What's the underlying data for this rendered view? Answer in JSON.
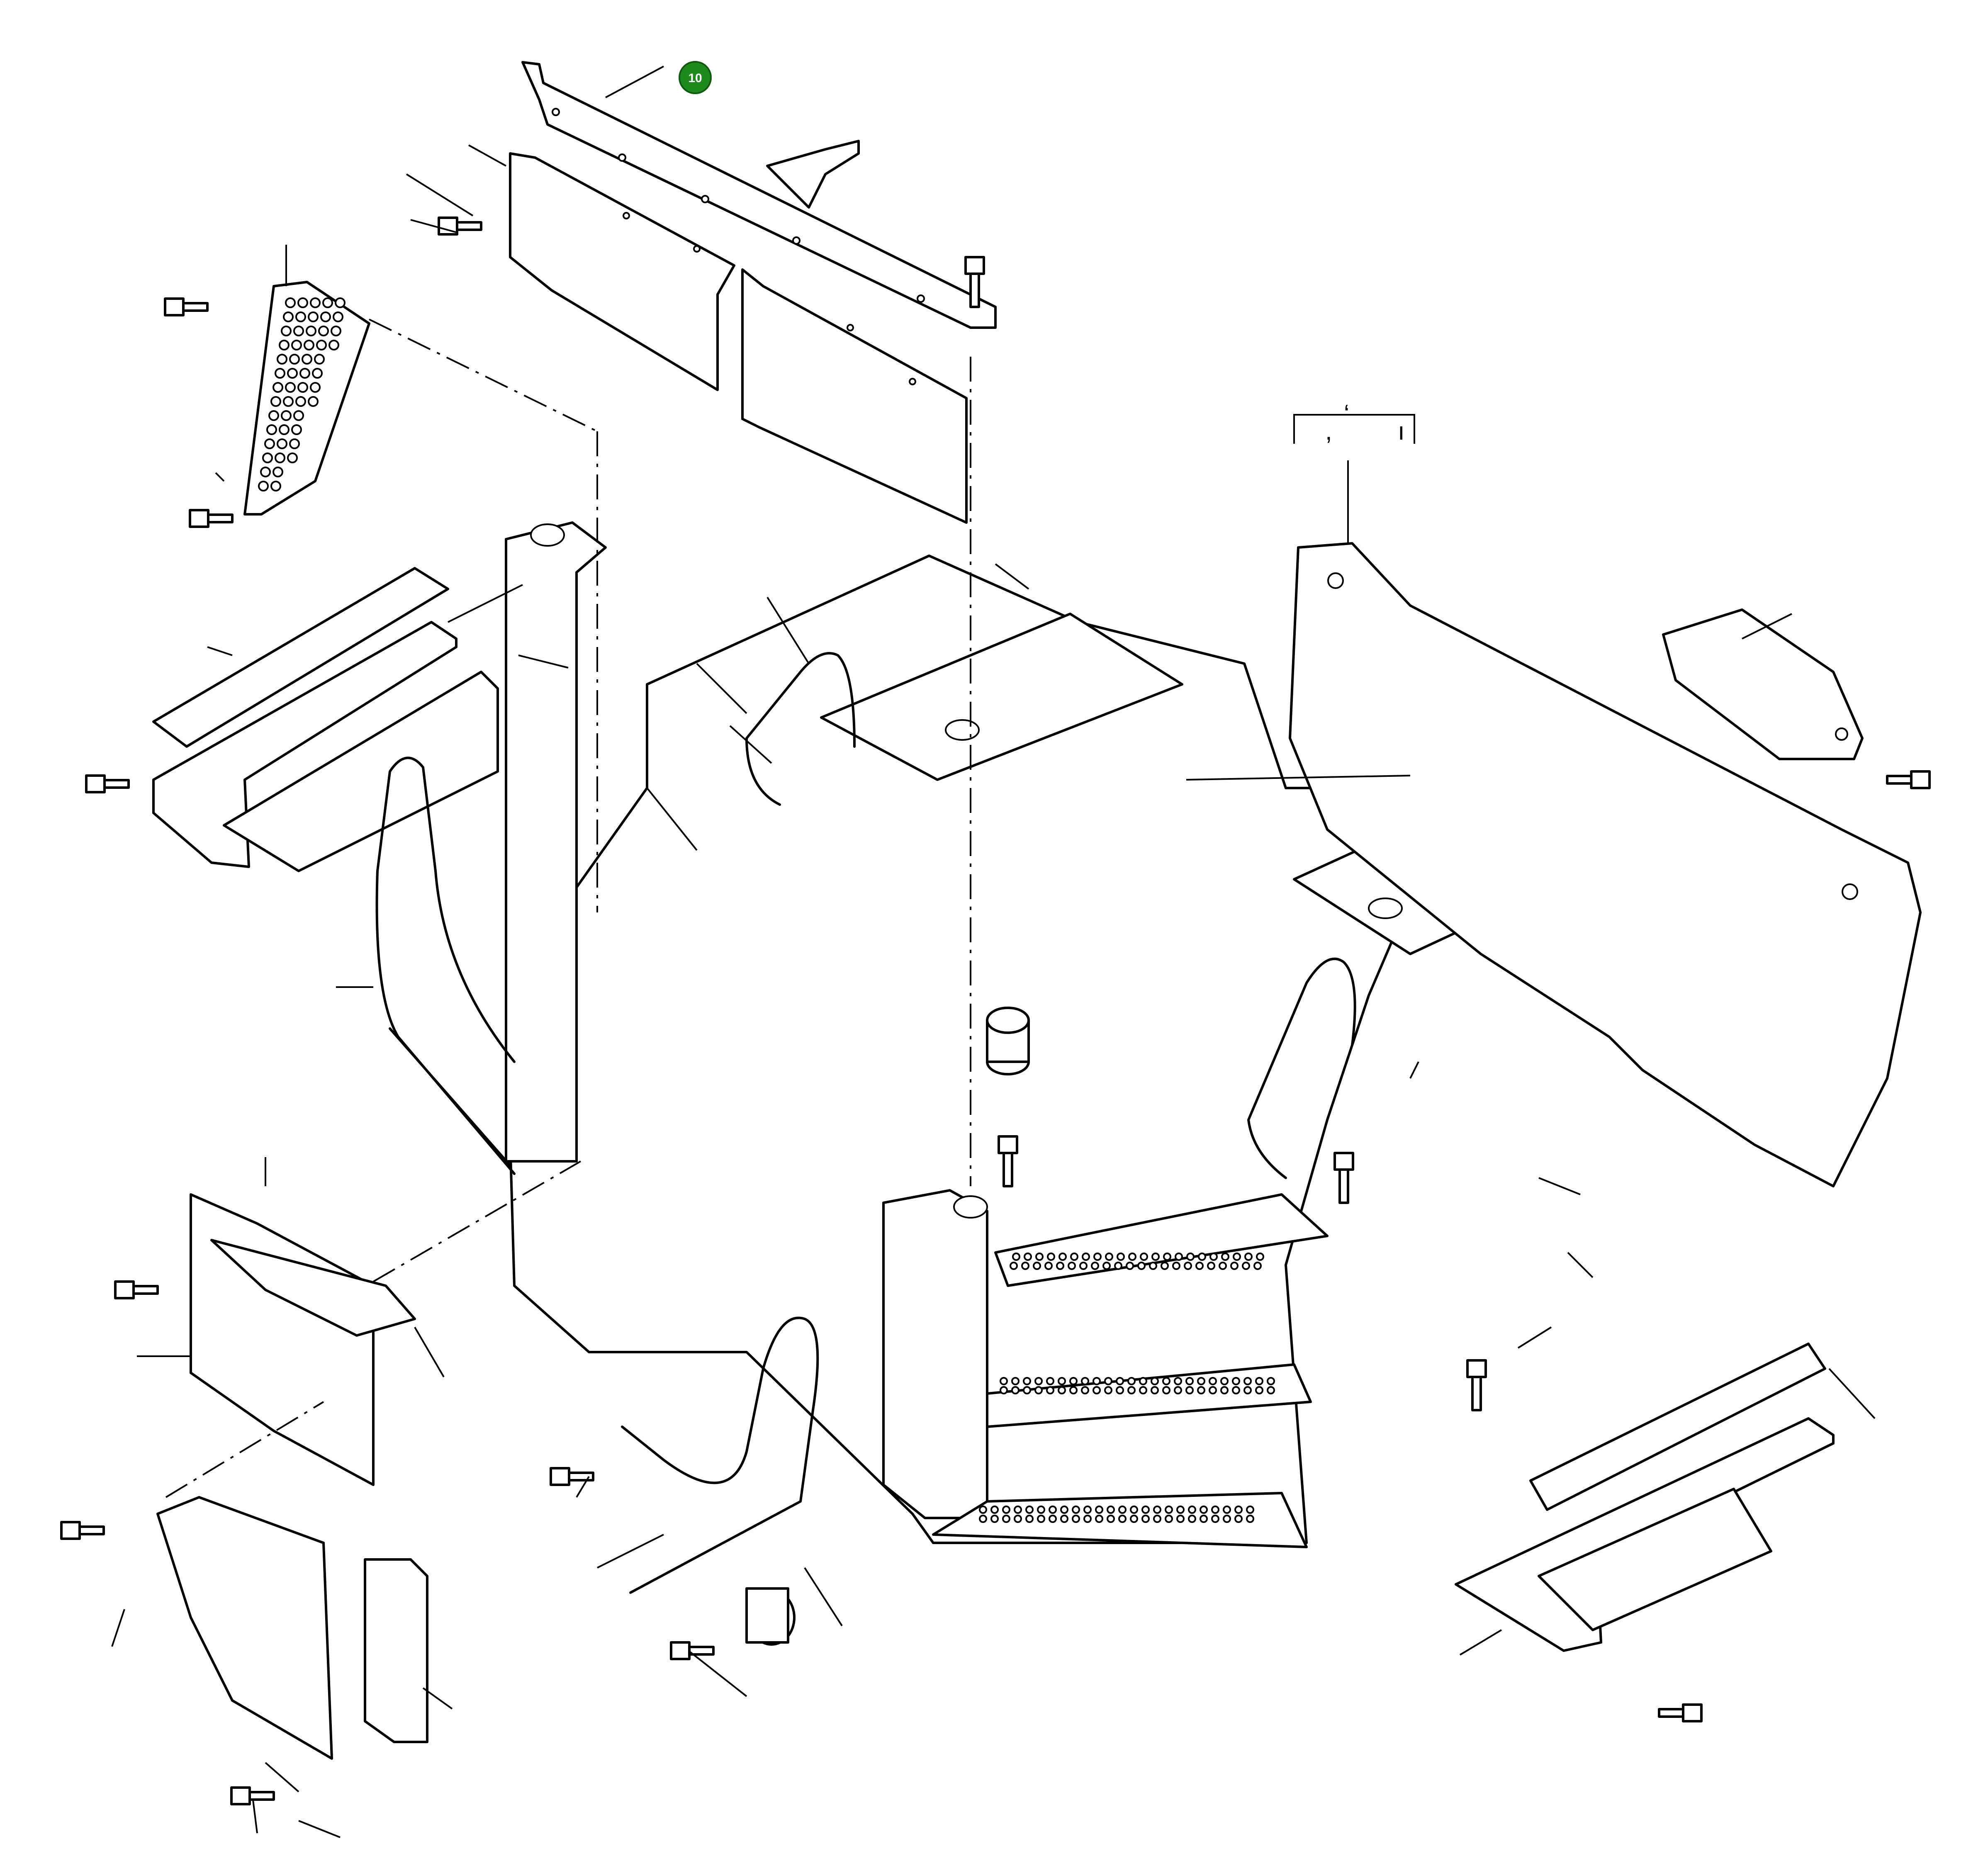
{
  "callouts": [
    {
      "label": "10",
      "color": "#1e8a1e"
    }
  ],
  "bracket_marks": [
    ",",
    "ʻ",
    "ı"
  ]
}
